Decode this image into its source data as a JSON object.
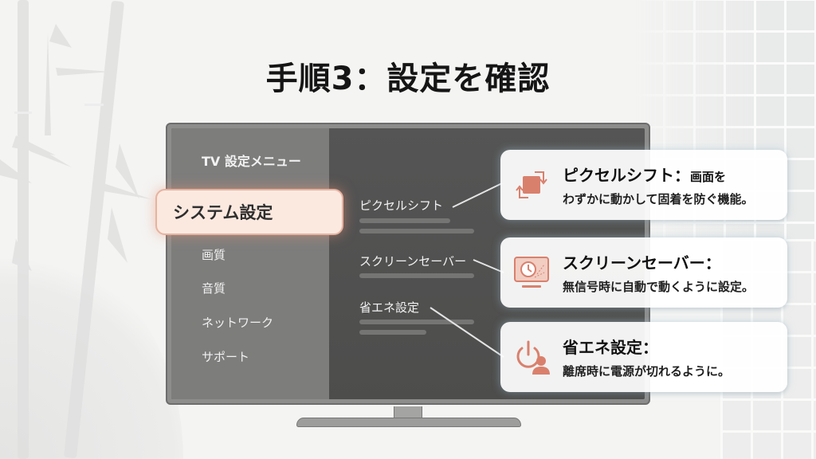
{
  "title": "手順3：設定を確認",
  "tv_menu": {
    "heading": "TV 設定メニュー",
    "selected_item": "システム設定",
    "items": [
      "画質",
      "音質",
      "ネットワーク",
      "サポート"
    ]
  },
  "settings_list": [
    {
      "label": "ピクセルシフト"
    },
    {
      "label": "スクリーンセーバー"
    },
    {
      "label": "省エネ設定"
    }
  ],
  "callouts": [
    {
      "icon": "pixel-shift-icon",
      "title": "ピクセルシフト：",
      "title_inline": "画面を",
      "desc": "わずかに動かして固着を防ぐ機能。"
    },
    {
      "icon": "screensaver-icon",
      "title": "スクリーンセーバー：",
      "title_inline": "",
      "desc": "無信号時に自動で動くように設定。"
    },
    {
      "icon": "power-user-icon",
      "title": "省エネ設定：",
      "title_inline": "",
      "desc": "離席時に電源が切れるように。"
    }
  ],
  "colors": {
    "accent": "#d9806d",
    "selected_bg": "#fbe9e0",
    "tv_frame": "#8d8d8c",
    "screen_bg": "#545453",
    "menu_pane": "#7d7d7c"
  }
}
